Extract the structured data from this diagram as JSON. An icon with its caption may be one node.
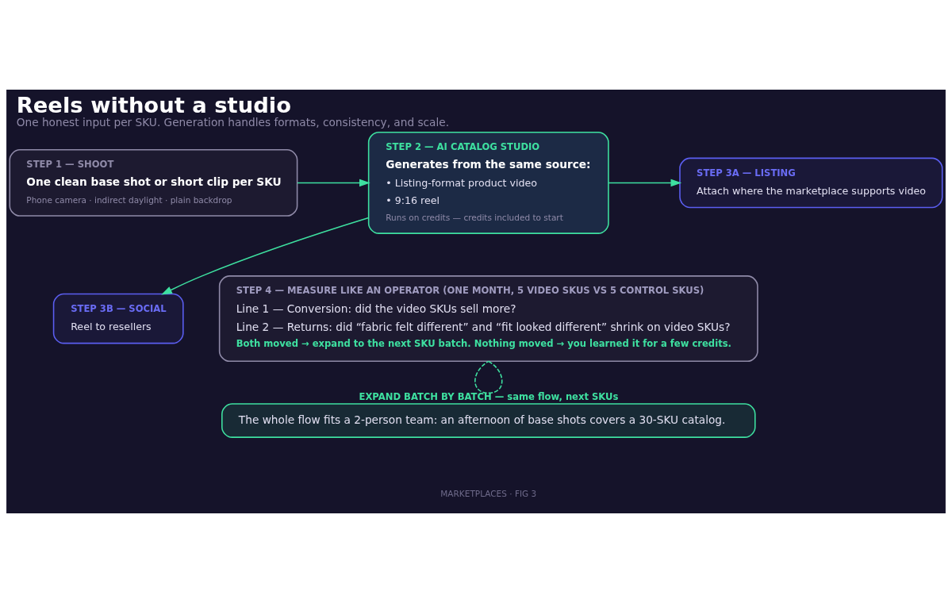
{
  "diagram": {
    "title": "Reels without a studio",
    "caption": "One honest input per SKU. Generation handles formats, consistency, and scale.",
    "nodes": [
      {
        "text": [
          "STEP 1 — SHOOT",
          "One clean base shot or short clip per SKU",
          "Phone camera · indirect daylight · plain backdrop"
        ]
      },
      {
        "text": [
          "STEP 2 — AI CATALOG STUDIO",
          "Generates from the same source:",
          "• Listing-format product video",
          "• 9:16 reel",
          "Runs on credits — credits included to start"
        ]
      },
      {
        "text": [
          "STEP 3A — LISTING",
          "Attach where the marketplace supports video"
        ]
      },
      {
        "text": [
          "STEP 3B — SOCIAL",
          "Reel to resellers"
        ]
      },
      {
        "text": [
          "STEP 4 — MEASURE LIKE AN OPERATOR (ONE MONTH, 5 VIDEO SKUS VS 5 CONTROL SKUS)",
          "Line 1 — Conversion: did the video SKUs sell more?",
          "Line 2 — Returns: did “fabric felt different” and “fit looked different” shrink on video SKUs?",
          "Both moved → expand to the next SKU batch. Nothing moved → you learned it for a few credits."
        ]
      },
      {
        "text": [
          "The whole flow fits a 2-person team: an afternoon of base shots covers a 30-SKU catalog."
        ]
      }
    ],
    "edges": [
      {
        "from": 0,
        "to": 1,
        "arrow": "to"
      },
      {
        "from": 1,
        "to": 2,
        "arrow": "to"
      },
      {
        "from": 1,
        "to": 3,
        "arrow": "to"
      },
      {
        "from": 4,
        "to": 4,
        "arrow": "none",
        "label": "EXPAND BATCH BY BATCH — same flow, next SKUs",
        "style": "dashed"
      }
    ],
    "labels": [
      "MARKETPLACES · FIG 3"
    ]
  }
}
